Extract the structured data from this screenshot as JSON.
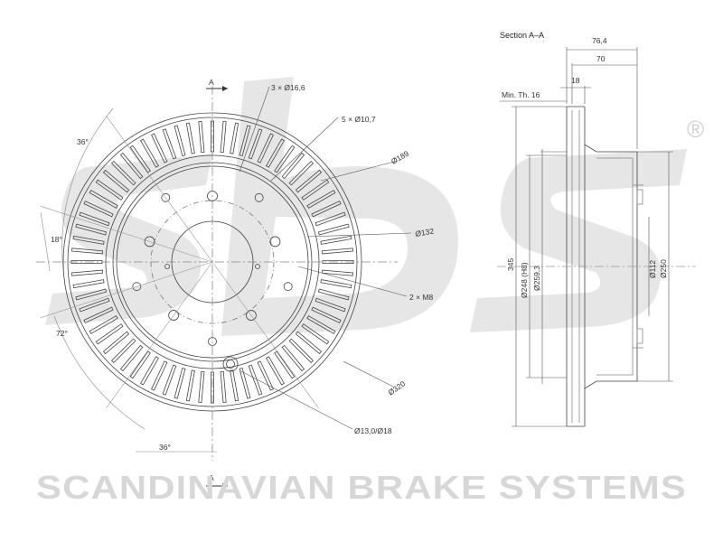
{
  "watermark": {
    "logo_text": "sbs",
    "registered_mark": "®",
    "tagline": "SCANDINAVIAN BRAKE SYSTEMS"
  },
  "front_view": {
    "section_marker_top": "A",
    "section_marker_bottom": "A",
    "callout_holes": "3 × Ø16,6",
    "callout_bolt_holes": "5 × Ø10,7",
    "dim_outer_circle": "Ø189",
    "dim_pcd": "Ø132",
    "callout_thread": "2 × M8",
    "dim_outer_diameter": "Ø320",
    "callout_center_hole": "Ø13,0/Ø18",
    "angle_top_left": "36°",
    "angle_left": "18°",
    "angle_lower_left": "72°",
    "angle_bottom": "36°"
  },
  "section_view": {
    "title": "Section A–A",
    "dim_overall_height": "76,4",
    "dim_hat_height": "70",
    "dim_thickness": "18",
    "min_thickness_label": "Min. Th. 16",
    "dim_345": "345",
    "dim_248": "Ø248 (H8)",
    "dim_259": "Ø259,3",
    "dim_112": "Ø112",
    "dim_250": "Ø250"
  }
}
